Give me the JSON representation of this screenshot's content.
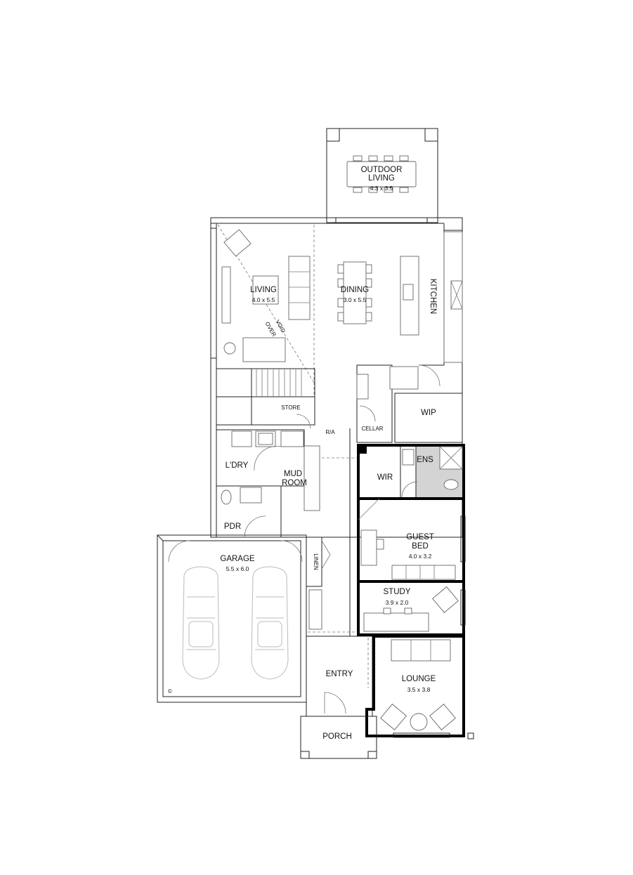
{
  "rooms": {
    "outdoor": {
      "line1": "OUTDOOR",
      "line2": "LIVING",
      "size": "4.3 x 3.5"
    },
    "living": {
      "name": "LIVING",
      "size": "4.0 x 5.5"
    },
    "dining": {
      "name": "DINING",
      "size": "3.0 x 5.5"
    },
    "kitchen": {
      "name": "KITCHEN"
    },
    "void_label": {
      "line1": "VOID",
      "line2": "OVER"
    },
    "store": {
      "name": "STORE"
    },
    "ra": {
      "name": "R/A"
    },
    "cellar": {
      "name": "CELLAR"
    },
    "wip": {
      "name": "WIP"
    },
    "ldry": {
      "name": "L'DRY"
    },
    "mud": {
      "line1": "MUD",
      "line2": "ROOM"
    },
    "ens": {
      "name": "ENS"
    },
    "wir": {
      "name": "WIR"
    },
    "pdr": {
      "name": "PDR"
    },
    "guest": {
      "line1": "GUEST",
      "line2": "BED",
      "size": "4.0 x 3.2"
    },
    "linen": {
      "name": "LINEN"
    },
    "garage": {
      "name": "GARAGE",
      "size": "5.5 x 6.0"
    },
    "study": {
      "name": "STUDY",
      "size": "3.9 x 2.0"
    },
    "entry": {
      "name": "ENTRY"
    },
    "lounge": {
      "name": "LOUNGE",
      "size": "3.5 x 3.8"
    },
    "porch": {
      "name": "PORCH"
    }
  },
  "copyright_symbol": "©"
}
